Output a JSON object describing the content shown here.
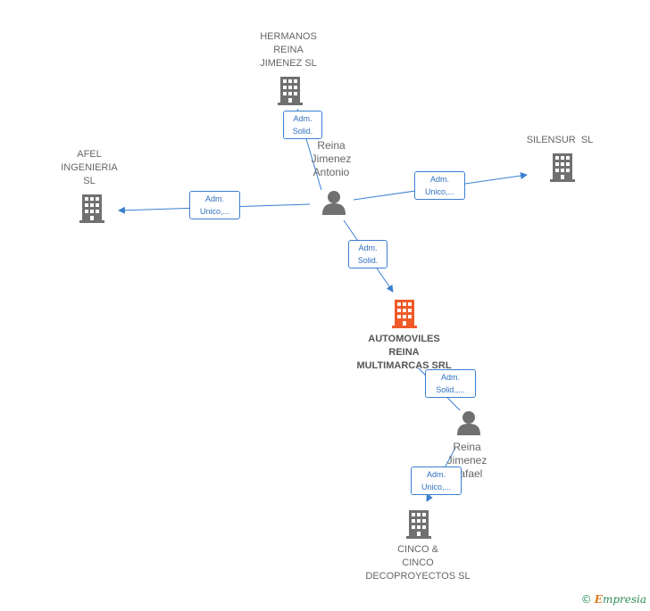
{
  "nodes": {
    "hermanos": {
      "label": "HERMANOS\nREINA\nJIMENEZ SL",
      "type": "company"
    },
    "afel": {
      "label": "AFEL\nINGENIERIA\nSL",
      "type": "company"
    },
    "silensur": {
      "label": "SILENSUR  SL",
      "type": "company"
    },
    "reina_antonio": {
      "label": "Reina\nJimenez\nAntonio",
      "type": "person"
    },
    "automoviles": {
      "label": "AUTOMOVILES\nREINA\nMULTIMARCAS SRL",
      "type": "company-main"
    },
    "reina_rafael": {
      "label": "Reina\nJimenez\nRafael",
      "type": "person"
    },
    "cinco": {
      "label": "CINCO &\nCINCO\nDECOPROYECTOS SL",
      "type": "company"
    }
  },
  "edges": {
    "e1": {
      "label": "Adm.\nSolid."
    },
    "e2": {
      "label": "Adm.\nUnico,..."
    },
    "e3": {
      "label": "Adm.\nUnico,..."
    },
    "e4": {
      "label": "Adm.\nSolid."
    },
    "e5": {
      "label": "Adm.\nSolid.,..."
    },
    "e6": {
      "label": "Adm.\nUnico,..."
    }
  },
  "colors": {
    "edge": "#3b7fd1",
    "icon": "#707070",
    "main_icon": "#f05a28"
  },
  "watermark": {
    "symbol": "©",
    "brand_first": "E",
    "brand_rest": "mpresia"
  }
}
